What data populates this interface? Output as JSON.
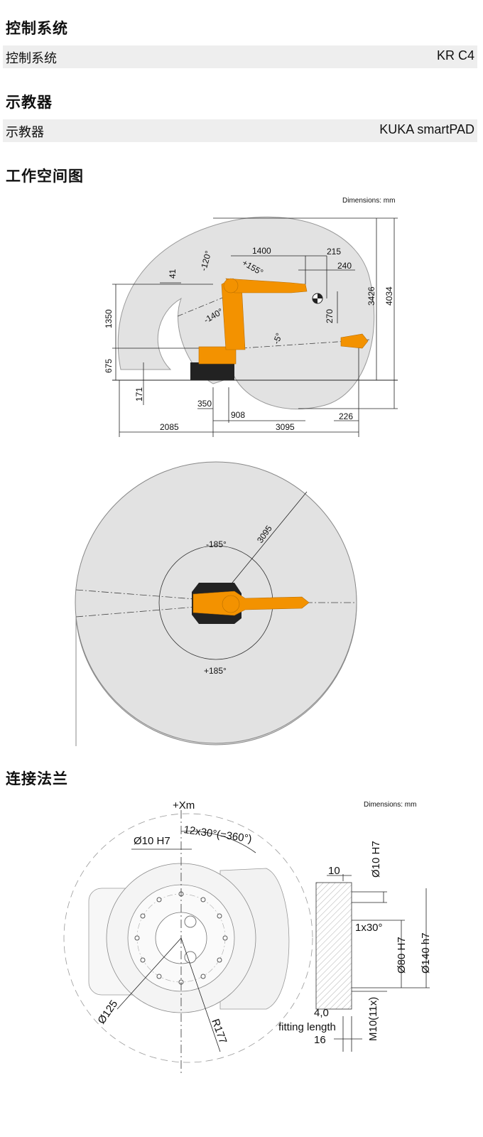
{
  "control": {
    "title": "控制系统",
    "label": "控制系统",
    "value": "KR C4"
  },
  "teach": {
    "title": "示教器",
    "label": "示教器",
    "value": "KUKA smartPAD"
  },
  "workspace": {
    "title": "工作空间图",
    "units": "Dimensions: mm",
    "side": {
      "d1400": "1400",
      "d215": "215",
      "d240": "240",
      "d41": "41",
      "a_m120": "-120°",
      "a_p155": "+155°",
      "a_m140": "-140°",
      "a_m5": "-5°",
      "d1350": "1350",
      "d675": "675",
      "d171": "171",
      "d270": "270",
      "d3426": "3426",
      "d4034": "4034",
      "d350": "350",
      "d908": "908",
      "d2085": "2085",
      "d3095": "3095",
      "d226": "226"
    },
    "top": {
      "radius": "3095",
      "a_m185": "-185°",
      "a_p185": "+185°"
    }
  },
  "flange": {
    "title": "连接法兰",
    "units": "Dimensions: mm",
    "xm": "+Xm",
    "d10h7": "Ø10 H7",
    "pattern": "12x30°(=360°)",
    "d125": "Ø125",
    "r177": "R177",
    "d10": "10",
    "d10h7_v": "Ø10 H7",
    "chamfer": "1x30°",
    "d80h7": "Ø80 H7",
    "d140h7": "Ø140 h7",
    "d40": "4,0",
    "fitting": "fitting length",
    "d16": "16",
    "m10": "M10(11x)"
  },
  "colors": {
    "robot": "#f39200",
    "zone": "#e2e2e2",
    "line": "#222222"
  }
}
